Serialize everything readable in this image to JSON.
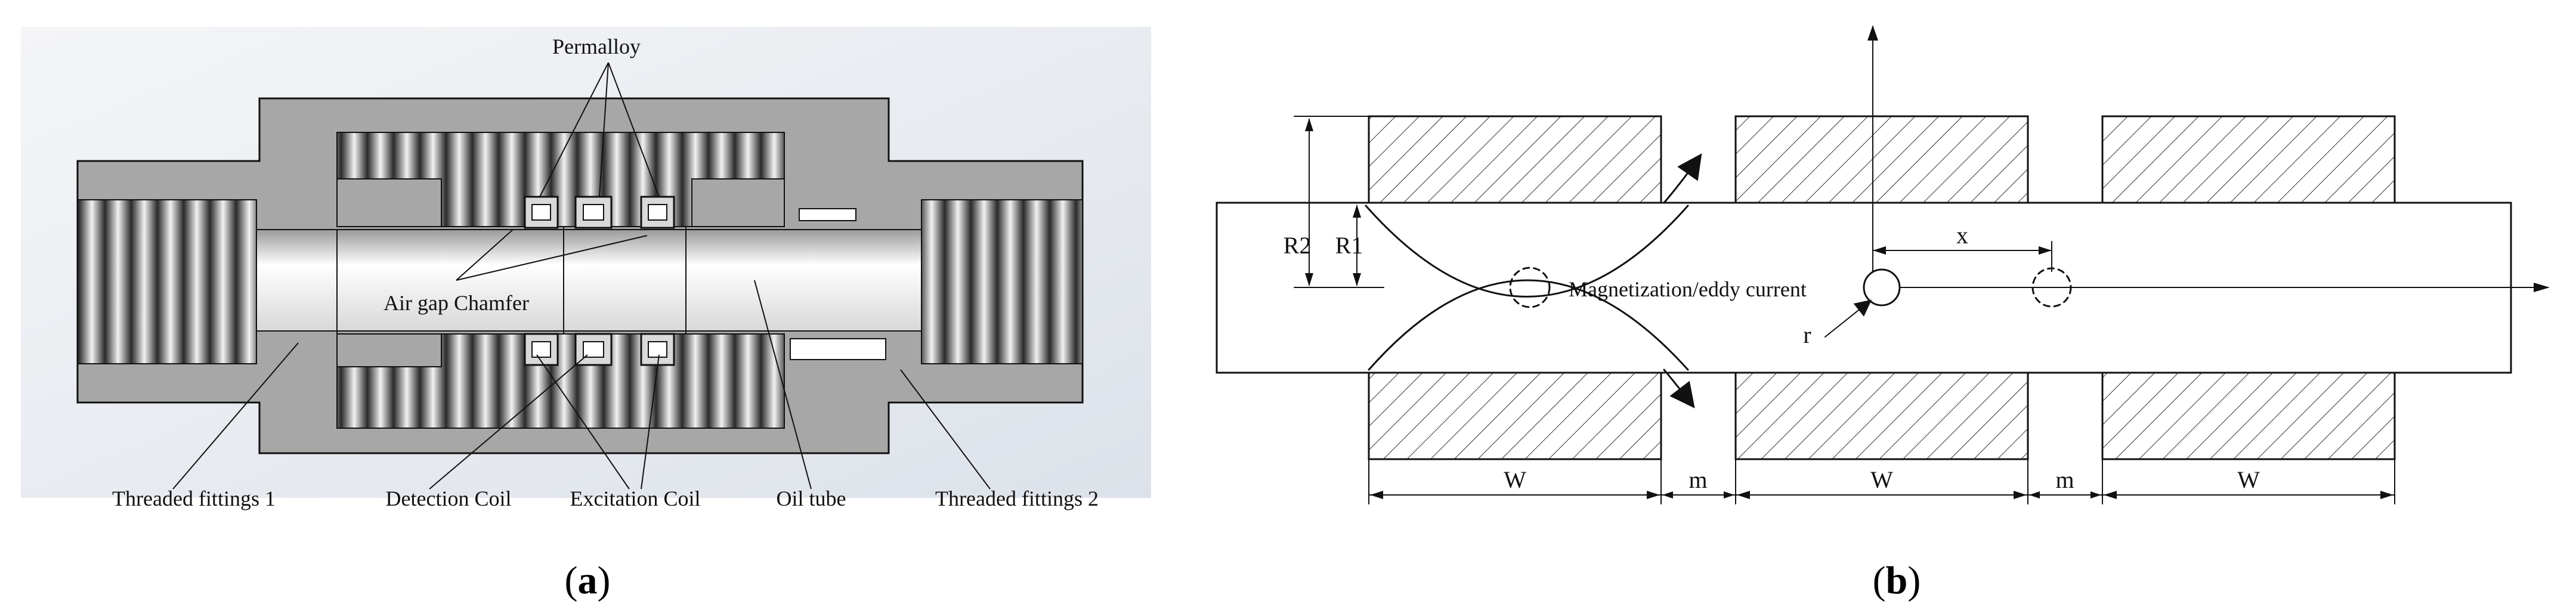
{
  "panel_a": {
    "caption": "a",
    "labels": {
      "permalloy": "Permalloy",
      "air_gap_chamfer": "Air gap Chamfer",
      "threaded_fittings_1": "Threaded fittings 1",
      "detection_coil": "Detection Coil",
      "excitation_coil": "Excitation Coil",
      "oil_tube": "Oil tube",
      "threaded_fittings_2": "Threaded fittings 2"
    }
  },
  "panel_b": {
    "caption": "b",
    "labels": {
      "r2": "R2",
      "r1": "R1",
      "x": "x",
      "r": "r",
      "magnetization": "Magnetization/eddy current",
      "w1": "W",
      "m1": "m",
      "w2": "W",
      "m2": "m",
      "w3": "W"
    }
  },
  "colors": {
    "outline": "#111111",
    "housing": "#a9a9a9",
    "backdrop": "#e6e9ee",
    "hatch": "#333333"
  }
}
